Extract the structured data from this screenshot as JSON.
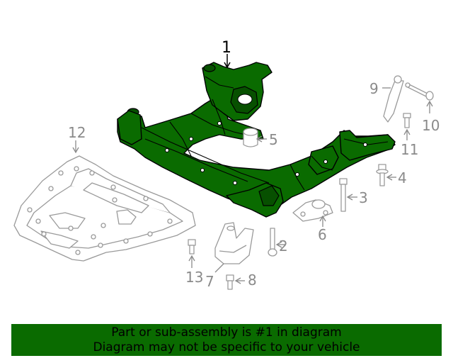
{
  "diagram": {
    "callouts": {
      "c1": "1",
      "c2": "2",
      "c3": "3",
      "c4": "4",
      "c5": "5",
      "c6": "6",
      "c7": "7",
      "c8": "8",
      "c9": "9",
      "c10": "10",
      "c11": "11",
      "c12": "12",
      "c13": "13"
    },
    "colors": {
      "highlight": "#0a6b00",
      "outline": "#9a9a9a",
      "callout_text": "#8a8a8a"
    }
  },
  "banner": {
    "line1": "Part or sub-assembly is #1 in diagram",
    "line2": "Diagram may not be specific to your vehicle"
  }
}
